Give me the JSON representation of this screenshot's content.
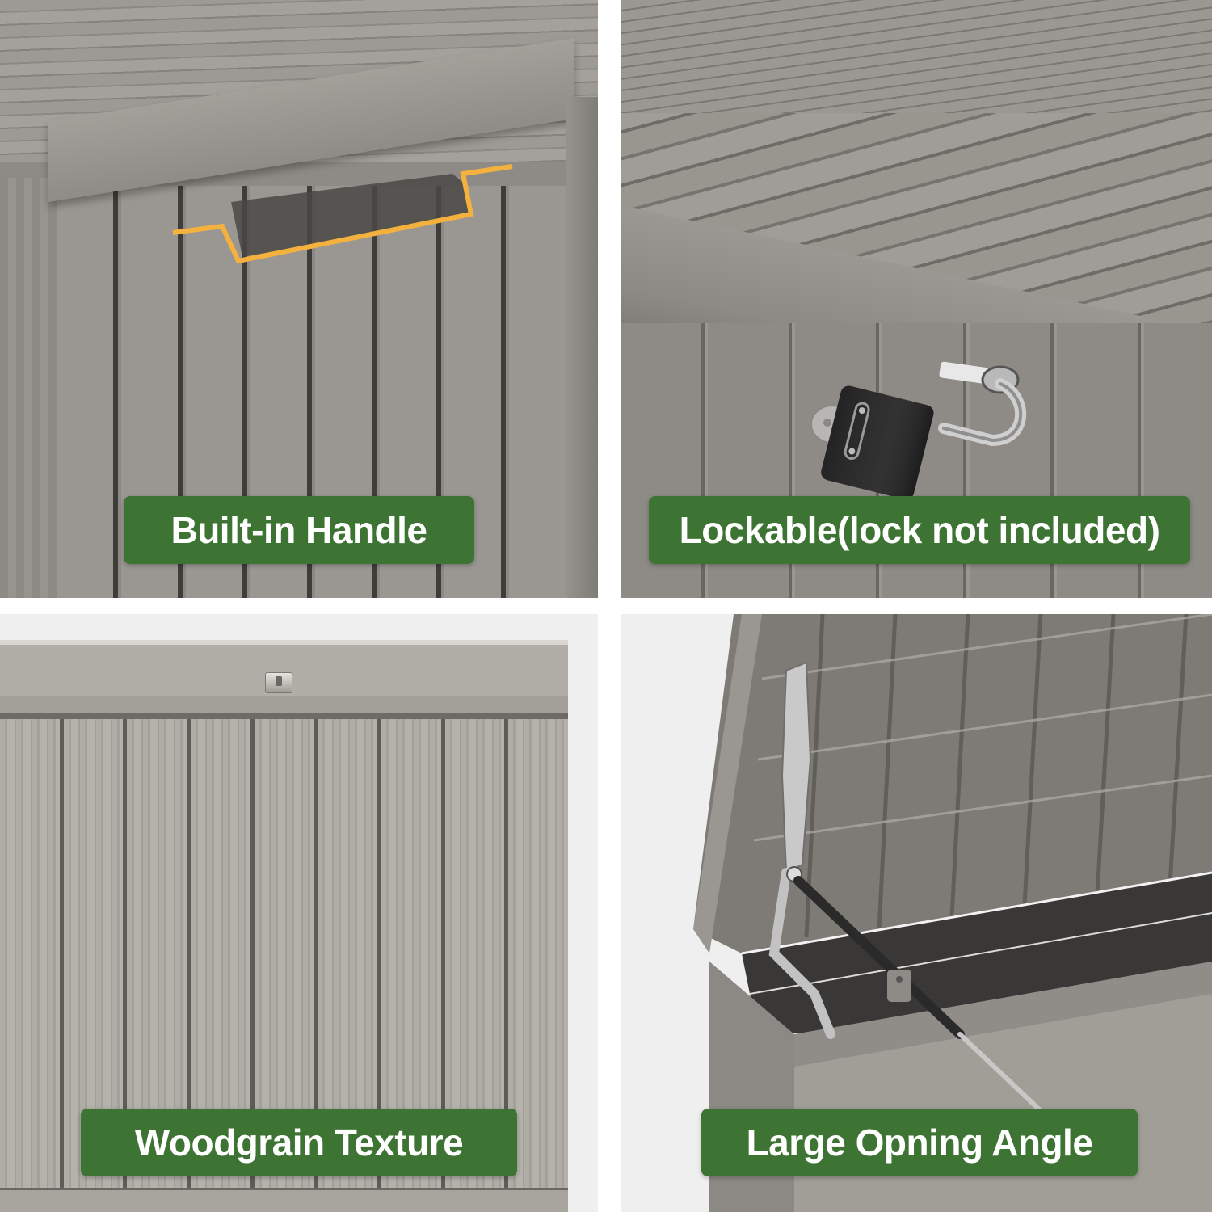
{
  "collage": {
    "layout": "2x2 grid",
    "background_color": "#ffffff",
    "product_color": "#8e8b86",
    "label_color": "#3e7433",
    "label_text_color": "#ffffff",
    "accent_outline_color": "#f4b13e"
  },
  "panels": [
    {
      "position": "top-left",
      "label": "Built-in Handle",
      "image_description": "Close-up of storage box corner with recessed handle under lid, highlighted with orange outline"
    },
    {
      "position": "top-right",
      "label": "Lockable(lock not included)",
      "image_description": "Open padlock with key inserted through metal lock hasp on box front"
    },
    {
      "position": "bottom-left",
      "label": "Woodgrain Texture",
      "image_description": "Front view of box panel showing vertical woodgrain boards and small metal latch"
    },
    {
      "position": "bottom-right",
      "label": "Large Opning Angle",
      "image_description": "Lid opened wide with gas strut hinge and ribbed lid underside"
    }
  ]
}
